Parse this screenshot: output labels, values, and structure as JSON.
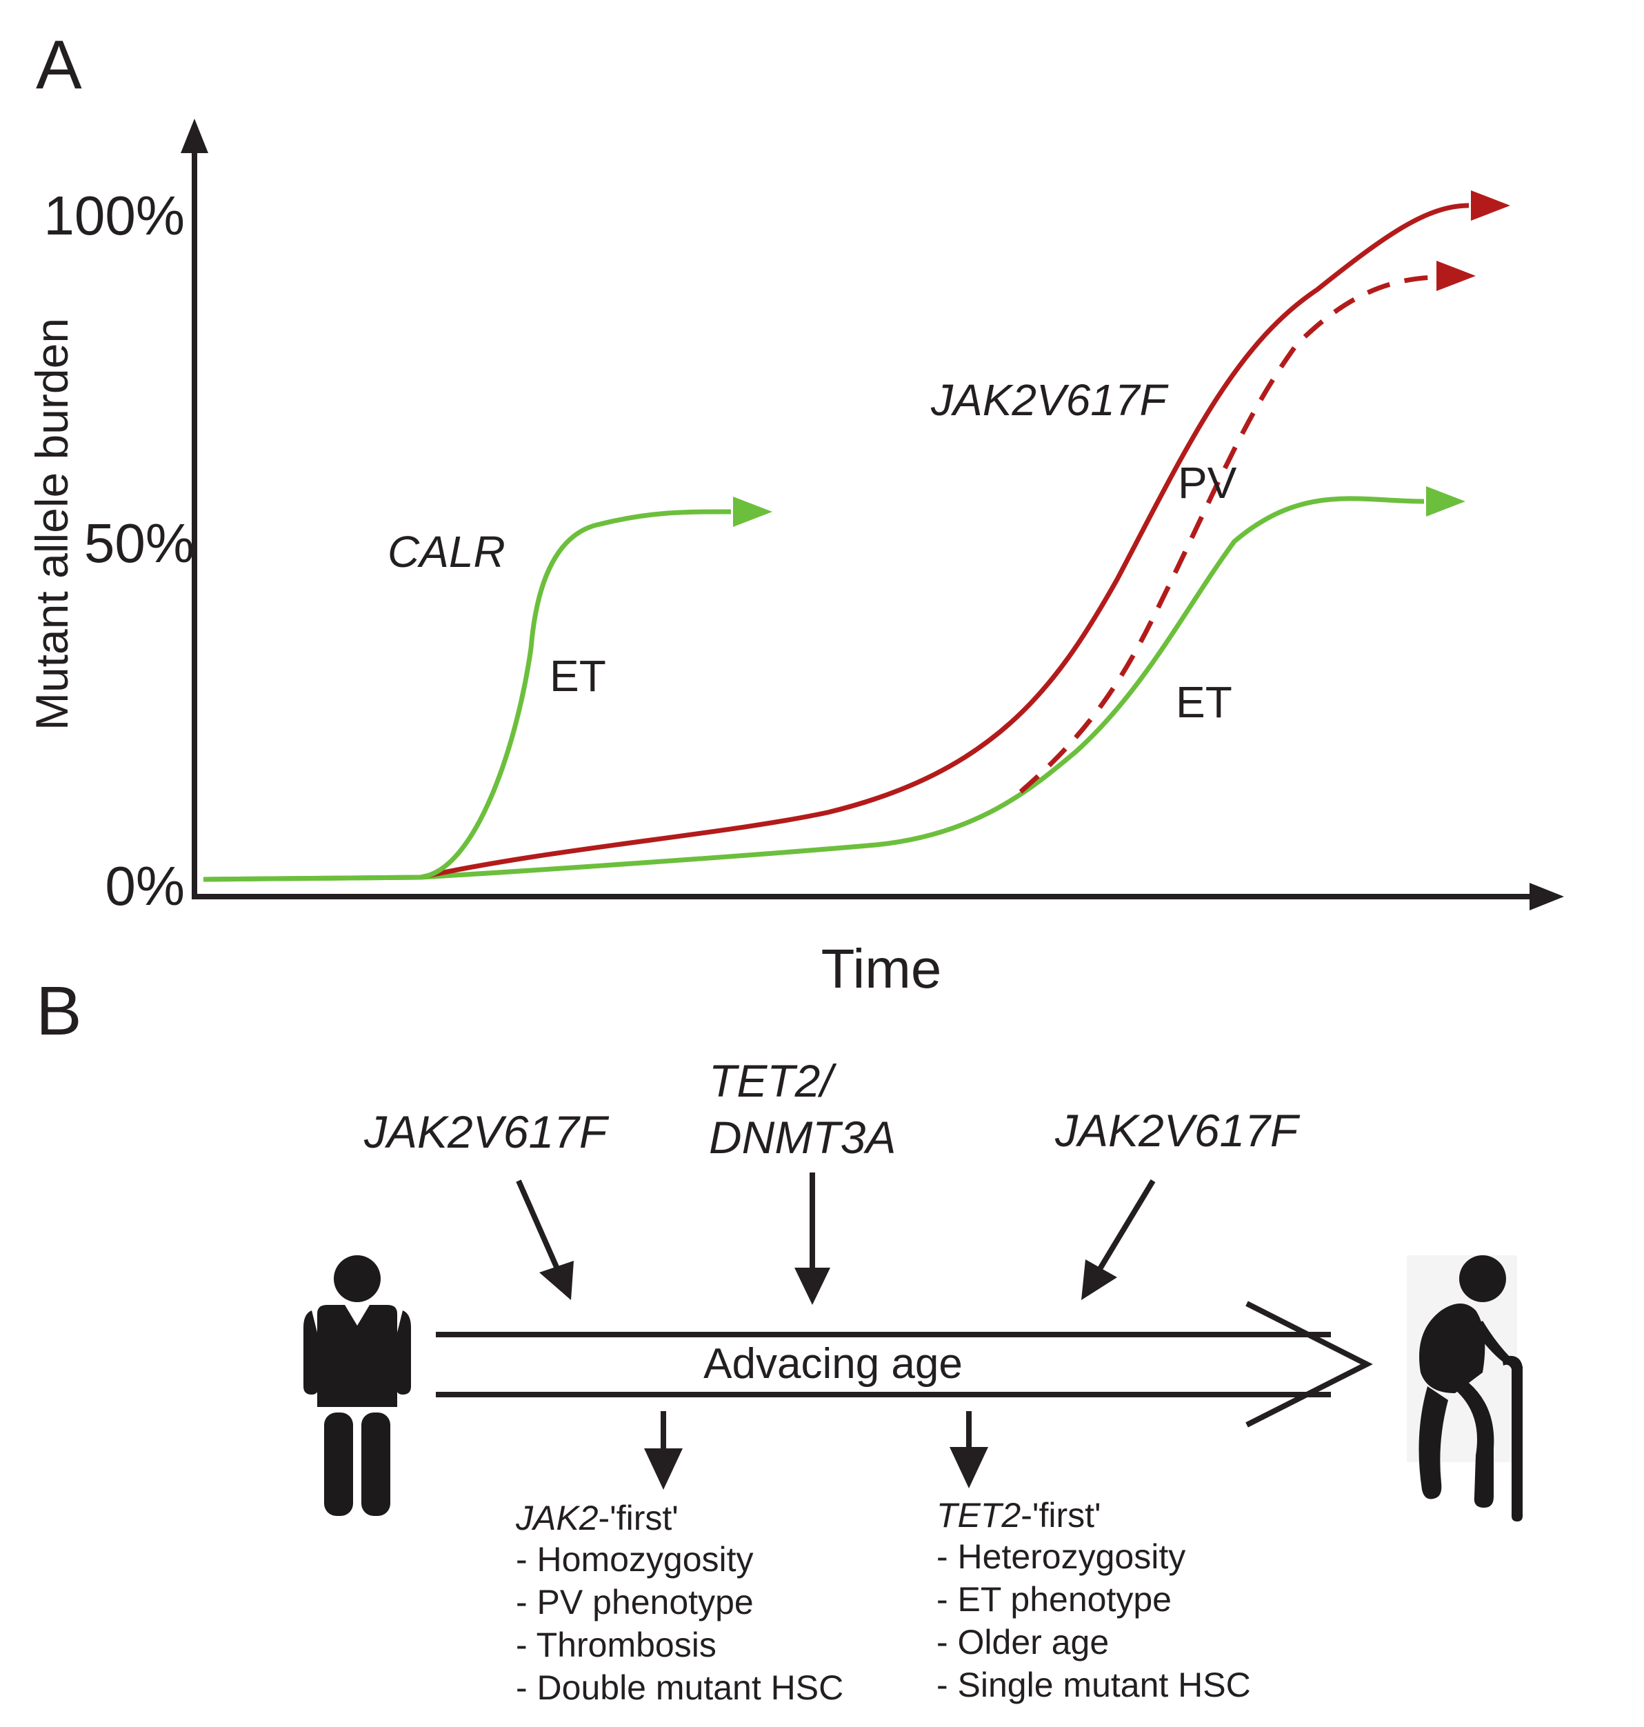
{
  "panel_a": {
    "label": "A",
    "y_axis_title": "Mutant allele burden",
    "x_axis_title": "Time",
    "y_ticks": [
      "0%",
      "50%",
      "100%"
    ],
    "curves": {
      "calr_gene": "CALR",
      "calr_phenotype": "ET",
      "jak2_gene": "JAK2V617F",
      "jak2_pv_phenotype": "PV",
      "jak2_et_phenotype": "ET"
    },
    "colors": {
      "green": "#6cbf3c",
      "red": "#b31b1b",
      "axis": "#231f20"
    }
  },
  "chart_data": {
    "type": "line",
    "y_unit": "%",
    "ylim": [
      0,
      100
    ],
    "yticks": [
      "0%",
      "50%",
      "100%"
    ],
    "xlabel": "Time",
    "ylabel": "Mutant allele burden",
    "series": [
      {
        "name": "CALR",
        "style": "solid",
        "color": "#6cbf3c",
        "points": [
          [
            0,
            3
          ],
          [
            0.17,
            3
          ],
          [
            0.27,
            40
          ],
          [
            0.33,
            57
          ],
          [
            0.42,
            57
          ]
        ]
      },
      {
        "name": "JAK2V617F",
        "style": "solid",
        "color": "#b31b1b",
        "points": [
          [
            0,
            3
          ],
          [
            0.17,
            3
          ],
          [
            0.45,
            13
          ],
          [
            0.7,
            45
          ],
          [
            0.98,
            100
          ]
        ]
      },
      {
        "name": "JAK2V617F",
        "style": "dashed",
        "color": "#b31b1b",
        "points": [
          [
            0.62,
            16
          ],
          [
            0.8,
            68
          ],
          [
            0.98,
            90
          ]
        ]
      },
      {
        "name": "JAK2V617F",
        "style": "solid",
        "color": "#6cbf3c",
        "points": [
          [
            0,
            3
          ],
          [
            0.17,
            3
          ],
          [
            0.48,
            8
          ],
          [
            0.78,
            45
          ],
          [
            0.98,
            58
          ]
        ]
      }
    ]
  },
  "panel_b": {
    "label": "B",
    "mutations": {
      "left": "JAK2V617F",
      "middle_line1": "TET2/",
      "middle_line2": "DNMT3A",
      "right": "JAK2V617F"
    },
    "arrow_label": "Advacing age",
    "jak2_first": {
      "head_gene": "JAK2",
      "head_rest": "-'first'",
      "items": [
        "- Homozygosity",
        "- PV phenotype",
        "- Thrombosis",
        "- Double mutant HSC"
      ]
    },
    "tet2_first": {
      "head_gene": "TET2",
      "head_rest": "-'first'",
      "items": [
        "- Heterozygosity",
        "- ET phenotype",
        "- Older age",
        "- Single mutant HSC"
      ]
    }
  }
}
